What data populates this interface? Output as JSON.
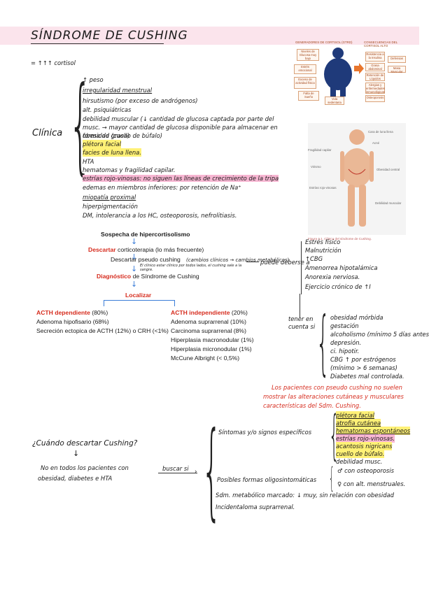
{
  "title": "SÍNDROME DE CUSHING",
  "intro": "= ↑↑↑ cortisol",
  "clinica": {
    "label": "Clínica",
    "items": [
      "↑ peso",
      "irregularidad menstrual",
      "hirsutismo (por exceso de andrógenos)",
      "alt. psiquiátricas",
      "debilidad muscular (↓ cantidad de glucosa captada por parte del musc. → mayor cantidad de glucosa disponible para almacenar en forma de grasa)",
      "obesidad (cuello de búfalo)",
      "plétora facial",
      "facies de luna llena.",
      "HTA",
      "hematomas y fragilidad capilar.",
      "estrías rojo-vinosas: no siguen las líneas de crecimiento de la tripa",
      "edemas en miembros inferiores: por retención de Na⁺",
      "miopatía proximal",
      "hiperpigmentación",
      "DM, intolerancia a los HC, osteoporosis, nefrolitiasis."
    ]
  },
  "figure": {
    "header_left": "GENERADORES DE CORTISOL (GTRD)",
    "header_right": "CONSECUENCIAS DEL CORTISOL ALTO",
    "left_boxes": [
      "Niveles de Glucosa muy bajo",
      "Estrés emocional",
      "Exceso de actividad física",
      "Falta de Sueño"
    ],
    "bottom_box": "Vida sedentaria",
    "right_boxes": [
      "Resistencia a la Insulina",
      "Grasa abdominal",
      "Retención de Líquidos",
      "Alergias y enfermedades inmunológicas",
      "Osteoporosis"
    ],
    "right_boxes2": [
      "Defensas",
      "Masa Muscular"
    ],
    "body_labels": [
      "Cara de luna llena",
      "Acné",
      "Fragilidad capilar",
      "Obesidad central",
      "Estrías rojo-vinosas",
      "Debilidad muscular",
      "Virismo"
    ],
    "caption": "Figura 4.1. Clínica del síndrome de Cushing."
  },
  "flow": {
    "sospecha": "Sospecha de hipercortisolismo",
    "descartar_label": "Descartar",
    "descartar_rest": " corticoterapia (lo más frecuente)",
    "pseudo": "Descartar pseudo cushing",
    "pseudo_note": "(cambios clínicos → cambios metabólicos)",
    "pseudo_note2": "El clínico estar clínico por todos lados, el cushing sale a la sangre.",
    "diagnostico_label": "Diagnóstico",
    "diagnostico_rest": " de Síndrome de Cushing",
    "localizar": "Localizar",
    "dep_title": "ACTH dependiente",
    "dep_pct": " (80%)",
    "dep_items": [
      "Adenoma hipofisario (68%)",
      "Secreción ectopica de ACTH (12%) o CRH (<1%)"
    ],
    "indep_title": "ACTH independiente",
    "indep_pct": " (20%)",
    "indep_items": [
      "Adenoma suprarrenal (10%)",
      "Carcinoma suprarrenal (8%)",
      "Hiperplasia macronodular (1%)",
      "Hiperplasia micronodular (1%)",
      "McCune Albright (< 0,5%)"
    ]
  },
  "pseudo_causes": {
    "lead": "puede deberse a",
    "items": [
      "Estrés físico",
      "Malnutrición",
      "↑CBG",
      "Amenorrea hipotalámica",
      "Anorexia nerviosa.",
      "Ejercicio crónico de ↑I"
    ]
  },
  "tener_en_cuenta": {
    "lead1": "tener en",
    "lead2": "cuenta si",
    "items": [
      "obesidad mórbida",
      "gestación",
      "alcoholismo (mínimo 5 días antes",
      "depresión.",
      "ci. hipotir.",
      "CBG ↑ por estrógenos (mínimo > 6 semanas)",
      "Diabetes mal controlada."
    ]
  },
  "red_note": [
    "Los pacientes con pseudo cushing no suelen",
    "mostrar las alteraciones cutáneas y musculares",
    "características del Sdm. Cushing."
  ],
  "cuando": {
    "question": "¿Cuándo descartar Cushing?",
    "answer1": "No en todos los pacientes con",
    "answer2": "obesidad, diabetes e HTA",
    "buscar": "buscar si",
    "sintomas": "Síntomas y/o signos específicos",
    "signs": [
      "plétora facial",
      "atrofia cutánea",
      "hematomas espontáneos",
      "estrías rojo-vinosas.",
      "acantosis nigricans",
      "cuello de búfalo.",
      "debilidad musc."
    ],
    "posibles": "Posibles formas oligosintomáticas",
    "posibles_items": [
      "♂ con osteoporosis",
      "♀ con alt. menstruales."
    ],
    "sdm": "Sdm. metabólico marcado: ↓ muy, sin relación con obesidad",
    "incidentaloma": "Incidentaloma suprarrenal."
  }
}
